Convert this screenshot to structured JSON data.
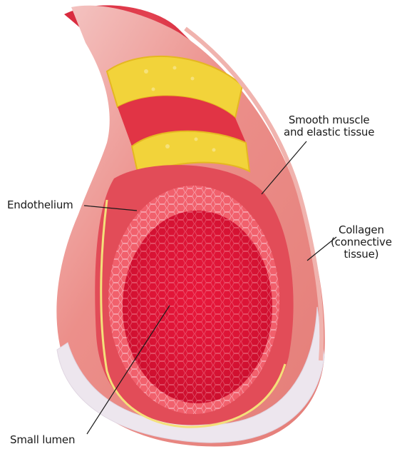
{
  "labels": {
    "smooth_muscle": [
      "Smooth muscle",
      "and elastic tissue"
    ],
    "endothelium": "Endothelium",
    "collagen": [
      "Collagen",
      "(connective",
      "tissue)"
    ],
    "small_lumen": "Small lumen"
  }
}
